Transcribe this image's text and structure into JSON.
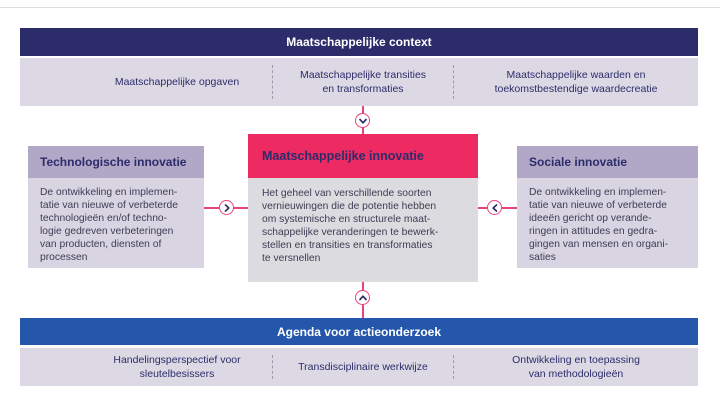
{
  "colors": {
    "navy": "#2d2c6b",
    "blue": "#2457ab",
    "pink": "#ee2a63",
    "purple_header": "#b1a7c6",
    "lavender_bar": "#dcd9e4",
    "side_body": "#d8d4e1",
    "center_body": "#dcdbdf",
    "connector_pink": "#e8437a"
  },
  "context_banner": {
    "title": "Maatschappelijke context"
  },
  "context_bar": {
    "items": [
      {
        "label": "Maatschappelijke opgaven"
      },
      {
        "label": "Maatschappelijke transities\nen transformaties"
      },
      {
        "label": "Maatschappelijke waarden en\ntoekomstbestendige waardecreatie"
      }
    ]
  },
  "innovation_boxes": {
    "left": {
      "title": "Technologische innovatie",
      "body": "De ontwikkeling en implemen-\ntatie van nieuwe of verbeterde\ntechnologieën en/of techno-\nlogie gedreven verbeteringen\nvan producten, diensten of\nprocessen"
    },
    "center": {
      "title": "Maatschappelijke innovatie",
      "body": "Het geheel van verschillende soorten\nvernieuwingen die de potentie hebben\nom systemische en structurele maat-\nschappelijke veranderingen te bewerk-\nstellen en transities en transformaties\nte versnellen"
    },
    "right": {
      "title": "Sociale innovatie",
      "body": "De ontwikkeling en implemen-\ntatie van nieuwe of verbeterde\nideeën gericht op verande-\nringen in attitudes en gedra-\ngingen van mensen en organi-\nsaties"
    }
  },
  "connectors": {
    "top_icon": "chevron-down-icon",
    "bottom_icon": "chevron-up-icon",
    "left_icon": "chevron-right-icon",
    "right_icon": "chevron-left-icon"
  },
  "agenda_banner": {
    "title": "Agenda voor actieonderzoek"
  },
  "agenda_bar": {
    "items": [
      {
        "label": "Handelingsperspectief voor\nsleutelbesissers"
      },
      {
        "label": "Transdisciplinaire werkwijze"
      },
      {
        "label": "Ontwikkeling en toepassing\nvan methodologieën"
      }
    ]
  }
}
